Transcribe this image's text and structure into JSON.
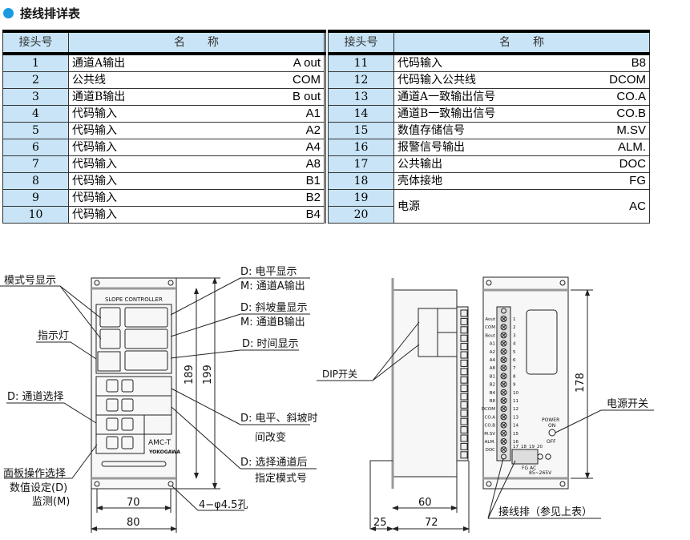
{
  "section_title": "接线排详表",
  "table": {
    "headers": {
      "num": "接头号",
      "name": "名　　称"
    },
    "left": [
      {
        "num": "1",
        "name": "通道A输出",
        "code": "A out"
      },
      {
        "num": "2",
        "name": "公共线",
        "code": "COM"
      },
      {
        "num": "3",
        "name": "通道B输出",
        "code": "B out"
      },
      {
        "num": "4",
        "name": "代码输入",
        "code": "A1"
      },
      {
        "num": "5",
        "name": "代码输入",
        "code": "A2"
      },
      {
        "num": "6",
        "name": "代码输入",
        "code": "A4"
      },
      {
        "num": "7",
        "name": "代码输入",
        "code": "A8"
      },
      {
        "num": "8",
        "name": "代码输入",
        "code": "B1"
      },
      {
        "num": "9",
        "name": "代码输入",
        "code": "B2"
      },
      {
        "num": "10",
        "name": "代码输入",
        "code": "B4"
      }
    ],
    "right": [
      {
        "num": "11",
        "name": "代码输入",
        "code": "B8"
      },
      {
        "num": "12",
        "name": "代码输入公共线",
        "code": "DCOM"
      },
      {
        "num": "13",
        "name": "通道A一致输出信号",
        "code": "CO.A"
      },
      {
        "num": "14",
        "name": "通道B一致输出信号",
        "code": "CO.B"
      },
      {
        "num": "15",
        "name": "数值存储信号",
        "code": "M.SV"
      },
      {
        "num": "16",
        "name": "报警信号输出",
        "code": "ALM."
      },
      {
        "num": "17",
        "name": "公共输出",
        "code": "DOC"
      },
      {
        "num": "18",
        "name": "壳体接地",
        "code": "FG"
      },
      {
        "num": "19",
        "name": "电源",
        "code": "AC"
      },
      {
        "num": "20"
      }
    ]
  },
  "front": {
    "panel_title": "SLOPE  CONTROLLER",
    "model": "AMC-T",
    "brand": "YOKOGAWA",
    "labels": {
      "mode_display": "模式号显示",
      "indicator": "指示灯",
      "channel_select": "D: 通道选择",
      "panel_op1": "面板操作选择",
      "panel_op2": "数值设定(D)",
      "panel_op3": "监测(M)",
      "d_level": "D: 电平显示",
      "m_cha": "M: 通道A输出",
      "d_slope": "D: 斜坡量显示",
      "m_chb": "M: 通道B输出",
      "d_time": "D: 时间显示",
      "d_change1": "D: 电平、斜坡时",
      "d_change2": "间改变",
      "d_after1": "D: 选择通道后",
      "d_after2": "指定模式号",
      "holes": "4−φ4.5孔"
    },
    "dims": {
      "h1": "189",
      "h2": "199",
      "w1": "70",
      "w2": "80"
    }
  },
  "side": {
    "dip": "DIP开关",
    "dims": {
      "d60": "60",
      "d25": "25",
      "d72": "72"
    }
  },
  "back": {
    "terminals": [
      "Aout",
      "COM",
      "Bout",
      "A1",
      "A2",
      "A4",
      "A8",
      "B1",
      "B2",
      "B4",
      "B8",
      "DCOM",
      "CO.A",
      "CO.B",
      "M.SV",
      "ALM.",
      "DOC"
    ],
    "numbers": [
      "1",
      "2",
      "3",
      "4",
      "5",
      "6",
      "7",
      "8",
      "9",
      "10",
      "11",
      "12",
      "13",
      "14",
      "15",
      "16"
    ],
    "lower_numbers": [
      "17",
      "18",
      "19",
      "20"
    ],
    "power": "POWER",
    "on": "ON",
    "off": "OFF",
    "fg": "FG",
    "ac": "AC",
    "voltage": "85~265V",
    "power_switch": "电源开关",
    "terminal_block": "接线排（参见上表）",
    "dim": "178"
  },
  "colors": {
    "accent": "#1a9be0",
    "header_bg": "#c8e4f6"
  }
}
